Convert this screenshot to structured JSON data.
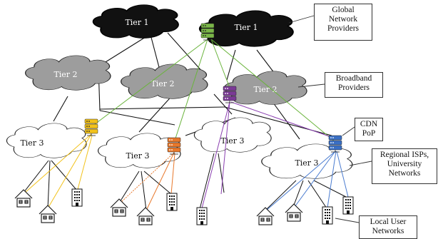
{
  "tiers": {
    "t1a": "Tier 1",
    "t1b": "Tier 1",
    "t2a": "Tier 2",
    "t2b": "Tier 2",
    "t2c": "Tier 2",
    "t3a": "Tier 3",
    "t3b": "Tier 3",
    "t3c": "Tier 3",
    "t3d": "Tier 3"
  },
  "callouts": {
    "global": [
      "Global",
      "Network",
      "Providers"
    ],
    "broadband": [
      "Broadband",
      "Providers"
    ],
    "cdn": [
      "CDN",
      "PoP"
    ],
    "regional": [
      "Regional ISPs,",
      "University",
      "Networks"
    ],
    "local": [
      "Local User",
      "Networks"
    ]
  },
  "colors": {
    "tier1_fill": "#111111",
    "tier2_fill": "#9d9d9d",
    "tier3_fill": "#ffffff",
    "server_green": "#7ab648",
    "server_purple": "#7b3a96",
    "server_yellow": "#f2c21b",
    "server_orange": "#e8782b",
    "server_blue": "#3a6fc4",
    "link_green": "#6ab43c",
    "link_purple": "#8a3fb0",
    "link_yellow": "#f2c21b",
    "link_orange": "#e8782b",
    "link_blue": "#4a7cd0"
  },
  "icons": {
    "server": "server-rack-icon",
    "house": "house-icon",
    "building": "office-building-icon"
  }
}
